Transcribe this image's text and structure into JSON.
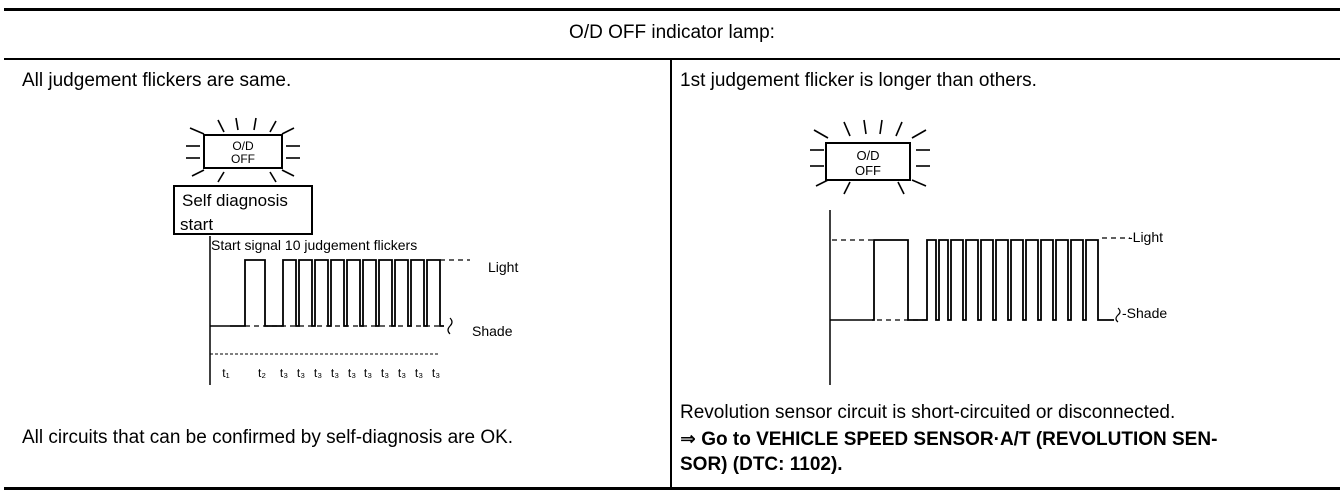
{
  "header": {
    "title": "O/D OFF indicator lamp:"
  },
  "left": {
    "caption": "All judgement flickers are same.",
    "lamp": {
      "line1": "O/D",
      "line2": "OFF"
    },
    "box": {
      "line1": "Self diagnosis",
      "line2": "start"
    },
    "signal_label": "Start signal 10 judgement flickers",
    "light_label": "Light",
    "shade_label": "Shade",
    "time_labels": [
      "t₁",
      "t₂",
      "t₃",
      "t₃",
      "t₃",
      "t₃",
      "t₃",
      "t₃",
      "t₃",
      "t₃",
      "t₃",
      "t₃"
    ],
    "result": "All circuits that can be confirmed by self-diagnosis are OK."
  },
  "right": {
    "caption": "1st judgement flicker is longer than others.",
    "lamp": {
      "line1": "O/D",
      "line2": "OFF"
    },
    "light_label": "-Light",
    "shade_label": "-Shade",
    "result_line1": "Revolution sensor circuit is short-circuited or disconnected.",
    "result_line2": "⇒ Go to VEHICLE SPEED SENSOR·A/T (REVOLUTION SEN-",
    "result_line3": "SOR) (DTC: 1102)."
  }
}
